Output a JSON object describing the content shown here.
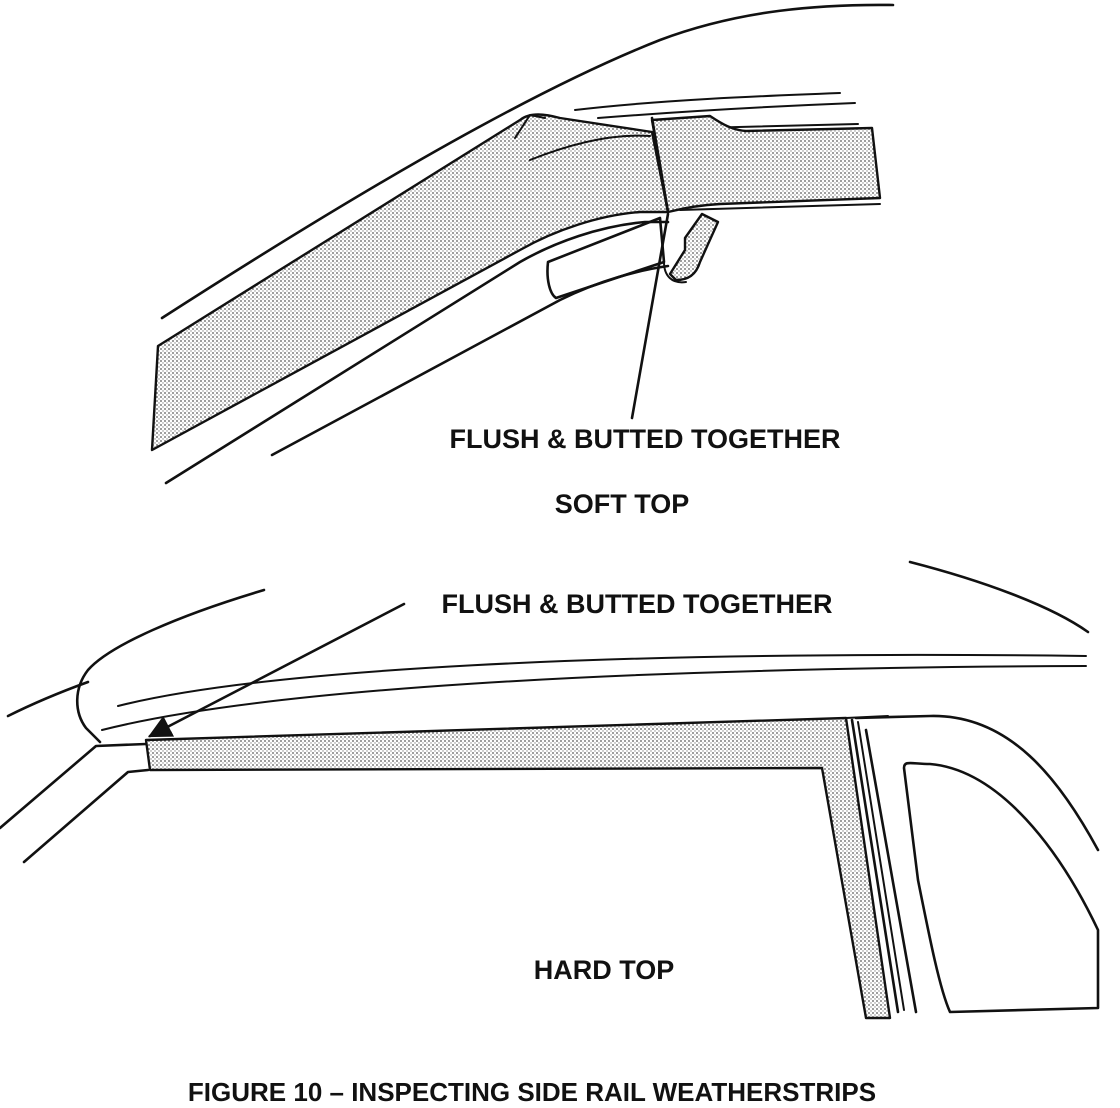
{
  "figure": {
    "caption": "FIGURE 10 – INSPECTING SIDE RAIL WEATHERSTRIPS"
  },
  "soft_top": {
    "callout": "FLUSH & BUTTED TOGETHER",
    "title": "SOFT TOP"
  },
  "hard_top": {
    "callout": "FLUSH & BUTTED TOGETHER",
    "title": "HARD TOP"
  },
  "colors": {
    "ink": "#111111",
    "stipple": "#c9c9c9",
    "paper": "#ffffff"
  }
}
